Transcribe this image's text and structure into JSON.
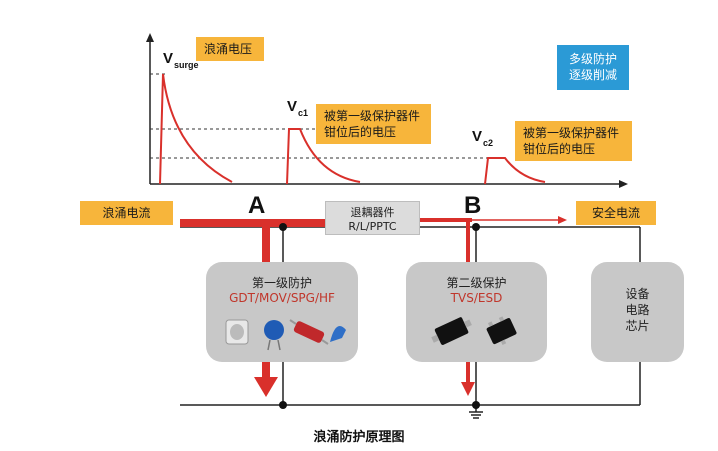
{
  "caption": "浪涌防护原理图",
  "waveform": {
    "v_surge_main": "V",
    "v_surge_sub": "surge",
    "surge_tag": "浪涌电压",
    "vc1_main": "V",
    "vc1_sub": "c1",
    "vc1_tag": "被第一级保护器件\n钳位后的电压",
    "vc2_main": "V",
    "vc2_sub": "c2",
    "vc2_tag": "被第一级保护器件\n钳位后的电压"
  },
  "banner": "多级防护\n逐级削减",
  "circuit": {
    "input_tag": "浪涌电流",
    "output_tag": "安全电流",
    "node_a": "A",
    "node_b": "B",
    "decouple_label": "退耦器件\nR/L/PPTC",
    "stage1_title": "第一级防护",
    "stage1_parts": "GDT/MOV/SPG/HF",
    "stage2_title": "第二级保护",
    "stage2_parts": "TVS/ESD",
    "device_label": "设备\n电路\n芯片"
  },
  "colors": {
    "surge_red": "#d9302b",
    "tag_orange": "#f7b53b",
    "banner_blue": "#2b9ad6",
    "box_gray": "#c8c8c8"
  }
}
